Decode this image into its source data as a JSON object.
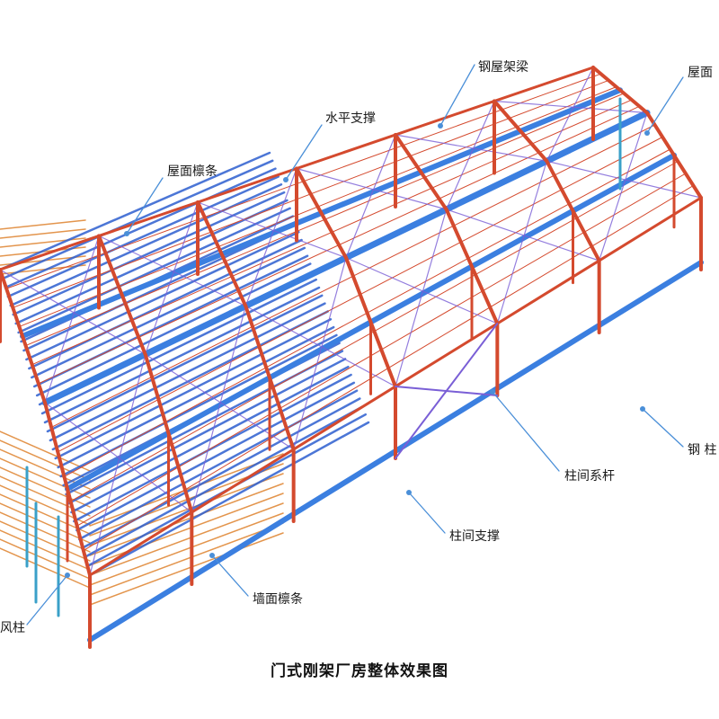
{
  "caption": "门式刚架厂房整体效果图",
  "colors": {
    "column": "#d44a2e",
    "rafter": "#d44a2e",
    "beam_blue": "#3b7fe0",
    "purlin": "#2d5fd0",
    "brace": "#7a5fd6",
    "wall_girt": "#e08a3a",
    "leader": "#4a8fd8",
    "gable": "#3aa0c8"
  },
  "labels": {
    "roof_beam": "钢屋架梁",
    "roof_partial": "屋面",
    "horizontal_brace": "水平支撑",
    "roof_purlin": "屋面檩条",
    "steel_column_partial": "钢 柱",
    "column_tie": "柱间系杆",
    "column_brace": "柱间支撑",
    "wall_purlin": "墙面檩条",
    "wind_column_partial": "风柱"
  }
}
